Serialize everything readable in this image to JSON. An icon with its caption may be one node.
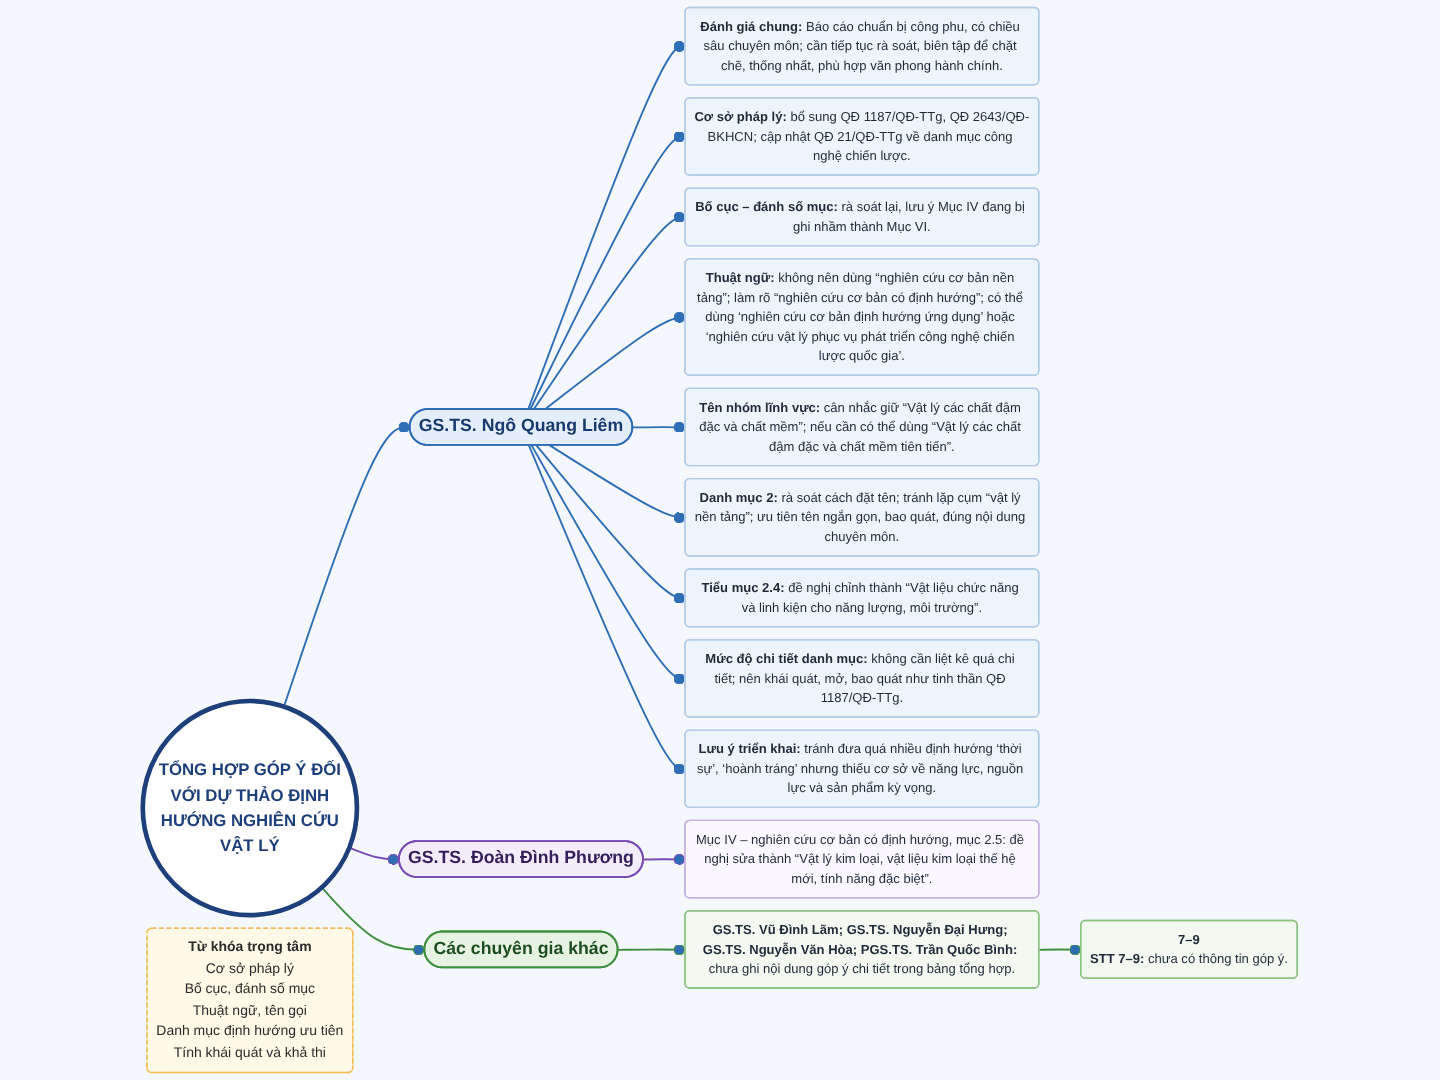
{
  "diagram": {
    "nodes": [
      {
        "text": [
          "TỔNG HỢP GÓP Ý ĐỐI VỚI DỰ THẢO ĐỊNH HƯỚNG NGHIÊN CỨU VẬT LÝ"
        ]
      },
      {
        "text": [
          "GS.TS. Ngô Quang Liêm"
        ]
      },
      {
        "text": [
          "**Đánh giá chung:** Báo cáo chuẩn bị công phu, có chiều sâu chuyên môn; cần tiếp tục rà soát, biên tập để chặt chẽ, thống nhất, phù hợp văn phong hành chính."
        ]
      },
      {
        "text": [
          "**Cơ sở pháp lý:** bổ sung QĐ 1187/QĐ-TTg, QĐ 2643/QĐ-BKHCN; cập nhật QĐ 21/QĐ-TTg về danh mục công nghệ chiến lược."
        ]
      },
      {
        "text": [
          "**Bố cục – đánh số mục:** rà soát lại, lưu ý Mục IV đang bị ghi nhầm thành Mục VI."
        ]
      },
      {
        "text": [
          "**Thuật ngữ:** không nên dùng “nghiên cứu cơ bản nền tảng”; làm rõ “nghiên cứu cơ bản có định hướng”; có thể dùng ‘nghiên cứu cơ bản định hướng ứng dụng’ hoặc ‘nghiên cứu vật lý phục vụ phát triển công nghệ chiến lược quốc gia’."
        ]
      },
      {
        "text": [
          "**Tên nhóm lĩnh vực:** cân nhắc giữ “Vật lý các chất đậm đặc và chất mềm”; nếu cần có thể dùng “Vật lý các chất đậm đặc và chất mềm tiên tiến”."
        ]
      },
      {
        "text": [
          "**Danh mục 2:** rà soát cách đặt tên; tránh lặp cụm “vật lý nền tảng”; ưu tiên tên ngắn gọn, bao quát, đúng nội dung chuyên môn."
        ]
      },
      {
        "text": [
          "**Tiểu mục 2.4:** đề nghị chỉnh thành “Vật liệu chức năng và linh kiện cho năng lượng, môi trường”."
        ]
      },
      {
        "text": [
          "**Mức độ chi tiết danh mục:** không cần liệt kê quá chi tiết; nên khái quát, mở, bao quát như tinh thần QĐ 1187/QĐ-TTg."
        ]
      },
      {
        "text": [
          "**Lưu ý triển khai:** tránh đưa quá nhiều định hướng ‘thời sự’, ‘hoành tráng’ nhưng thiếu cơ sở về năng lực, nguồn lực và sản phẩm kỳ vọng."
        ]
      },
      {
        "text": [
          "GS.TS. Đoàn Đình Phương"
        ]
      },
      {
        "text": [
          "Mục IV – nghiên cứu cơ bản có định hướng, mục 2.5: đề nghị sửa thành “Vật lý kim loại, vật liệu kim loại thế hệ mới, tính năng đặc biệt”."
        ]
      },
      {
        "text": [
          "Các chuyên gia khác"
        ]
      },
      {
        "text": [
          "**GS.TS. Vũ Đình Lãm; GS.TS. Nguyễn Đại Hưng; GS.TS. Nguyễn Văn Hòa; PGS.TS. Trần Quốc Bình:** chưa ghi nội dung góp ý chi tiết trong bảng tổng hợp."
        ]
      },
      {
        "text": [
          "7–9",
          "**STT 7–9:** chưa có thông tin góp ý."
        ]
      },
      {
        "text": [
          "Từ khóa trọng tâm",
          "Cơ sở pháp lý",
          "Bố cục, đánh số mục",
          "Thuật ngữ, tên gọi",
          "Danh mục định hướng ưu tiên",
          "Tính khái quát và khả thi"
        ]
      }
    ],
    "edges": [
      {
        "from": 0,
        "to": 1,
        "arrow": "other"
      },
      {
        "from": 1,
        "to": 2,
        "arrow": "other"
      },
      {
        "from": 1,
        "to": 3,
        "arrow": "other"
      },
      {
        "from": 1,
        "to": 4,
        "arrow": "other"
      },
      {
        "from": 1,
        "to": 5,
        "arrow": "other"
      },
      {
        "from": 1,
        "to": 6,
        "arrow": "other"
      },
      {
        "from": 1,
        "to": 7,
        "arrow": "other"
      },
      {
        "from": 1,
        "to": 8,
        "arrow": "other"
      },
      {
        "from": 1,
        "to": 9,
        "arrow": "other"
      },
      {
        "from": 1,
        "to": 10,
        "arrow": "other"
      },
      {
        "from": 0,
        "to": 11,
        "arrow": "other",
        "color": "#7a4cb5"
      },
      {
        "from": 11,
        "to": 12,
        "arrow": "other",
        "color": "#7a4cb5"
      },
      {
        "from": 0,
        "to": 13,
        "arrow": "other",
        "color": "#3f8f3f"
      },
      {
        "from": 13,
        "to": 14,
        "arrow": "other",
        "color": "#3f8f3f"
      },
      {
        "from": 14,
        "to": 15,
        "arrow": "other",
        "color": "#3f8f3f"
      }
    ]
  }
}
